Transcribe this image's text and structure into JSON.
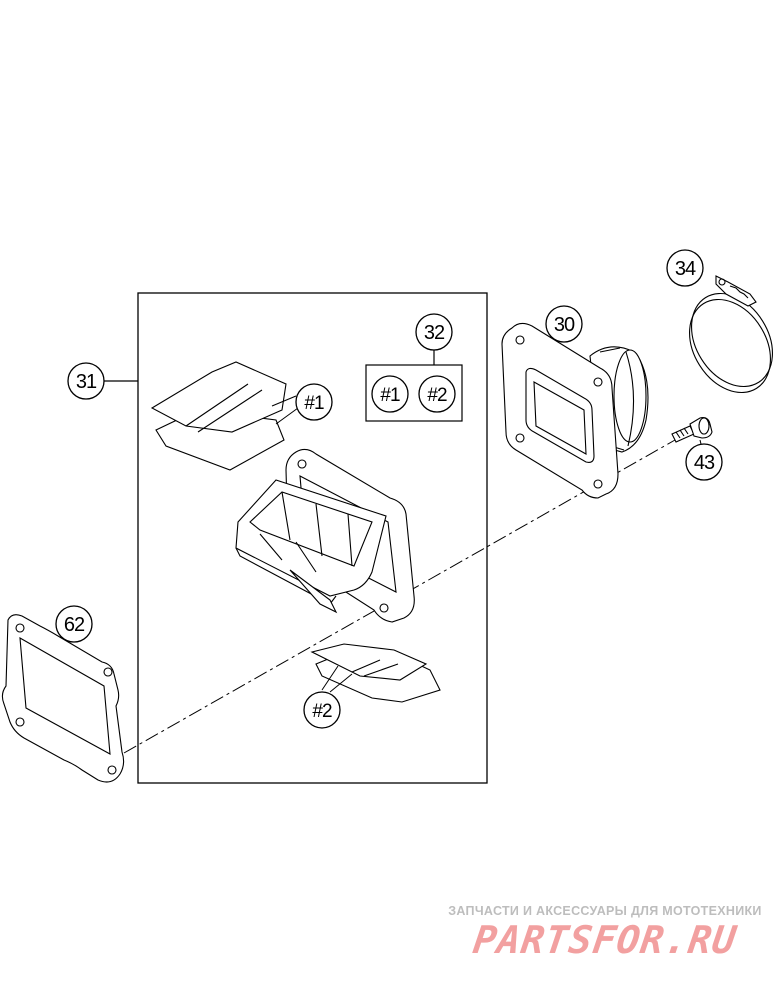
{
  "callouts": {
    "c31": "31",
    "c32": "32",
    "c30": "30",
    "c34": "34",
    "c43": "43",
    "c62": "62",
    "c1_reed": "#1",
    "c2_reed": "#2",
    "c1_kit": "#1",
    "c2_kit": "#2"
  },
  "watermark": {
    "caption": "ЗАПЧАСТИ И АКСЕССУАРЫ ДЛЯ МОТОТЕХНИКИ",
    "logo": "PARTSFOR.RU"
  },
  "colors": {
    "line": "#000000",
    "watermark_caption": "#bdbdbd",
    "watermark_logo": "#f2a0a0"
  }
}
